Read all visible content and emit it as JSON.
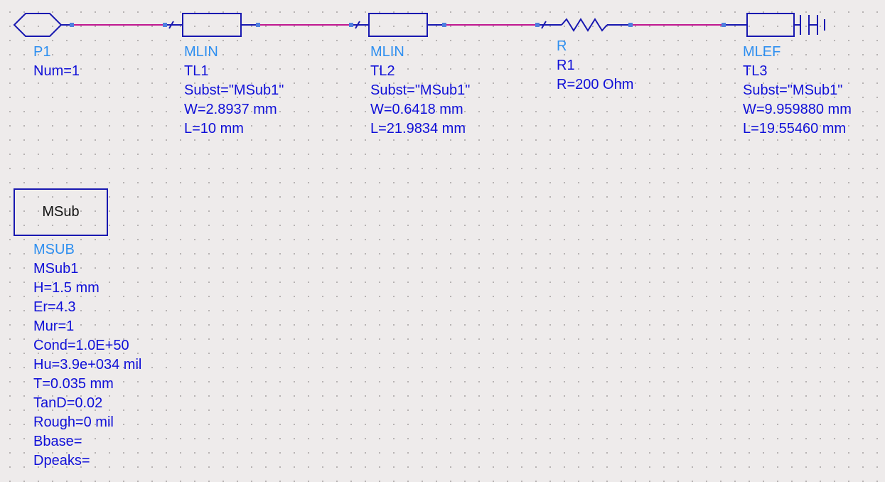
{
  "components": {
    "p1": {
      "type": "",
      "name": "P1",
      "props": [
        "Num=1"
      ]
    },
    "tl1": {
      "type": "MLIN",
      "name": "TL1",
      "props": [
        "Subst=\"MSub1\"",
        "W=2.8937 mm",
        "L=10 mm"
      ]
    },
    "tl2": {
      "type": "MLIN",
      "name": "TL2",
      "props": [
        "Subst=\"MSub1\"",
        "W=0.6418 mm",
        "L=21.9834 mm"
      ]
    },
    "r1": {
      "type": "R",
      "name": "R1",
      "props": [
        "R=200 Ohm"
      ]
    },
    "tl3": {
      "type": "MLEF",
      "name": "TL3",
      "props": [
        "Subst=\"MSub1\"",
        "W=9.959880 mm",
        "L=19.55460 mm"
      ]
    },
    "msub": {
      "box_label": "MSub",
      "type": "MSUB",
      "name": "MSub1",
      "props": [
        "H=1.5 mm",
        "Er=4.3",
        "Mur=1",
        "Cond=1.0E+50",
        "Hu=3.9e+034 mil",
        "T=0.035 mm",
        "TanD=0.02",
        "Rough=0 mil",
        "Bbase=",
        "Dpeaks="
      ]
    }
  },
  "colors": {
    "canvas": "#eeebeb",
    "component_outline": "#1818b0",
    "wire": "#c01890",
    "port_node": "#5080e0",
    "label_type": "#2e8ff0",
    "label_prop": "#1010d8"
  }
}
